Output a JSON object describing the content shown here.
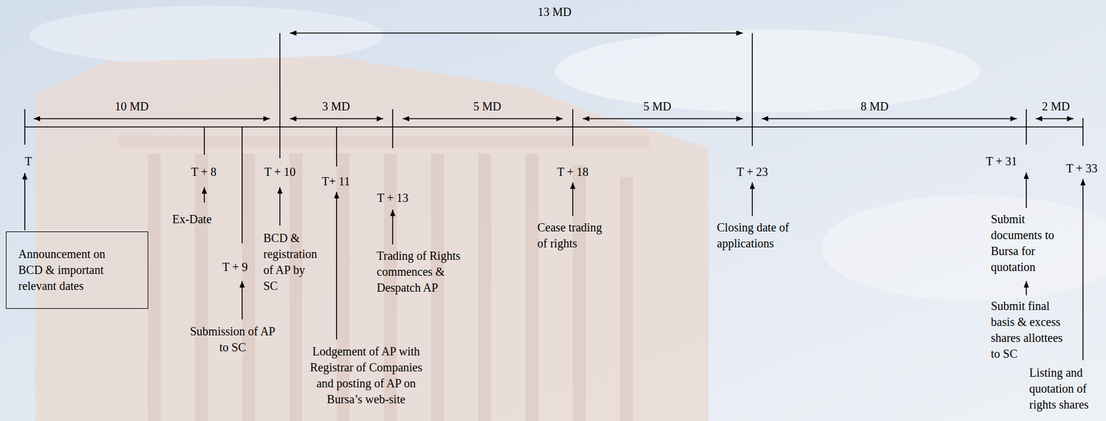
{
  "diagram": {
    "nodes": [
      {
        "text": [
          "Announcement on BCD & important relevant dates"
        ]
      }
    ],
    "labels": [
      "13 MD",
      "10 MD",
      "3 MD",
      "5 MD",
      "5 MD",
      "8 MD",
      "2 MD",
      "T",
      "T + 8",
      "Ex-Date",
      "T + 9",
      "Submission of AP to SC",
      "T + 10",
      "BCD & registration of AP by SC",
      "T+ 11",
      "Lodgement of AP with Registrar of Companies and posting of AP on Bursa’s web-site",
      "T + 13",
      "Trading of Rights commences & Despatch AP",
      "T + 18",
      "Cease trading of rights",
      "T + 23",
      "Closing date of applications",
      "T + 31",
      "Submit documents to Bursa for quotation",
      "Submit final basis & excess shares allottees to SC",
      "T + 33",
      "Listing and quotation of rights shares"
    ]
  }
}
